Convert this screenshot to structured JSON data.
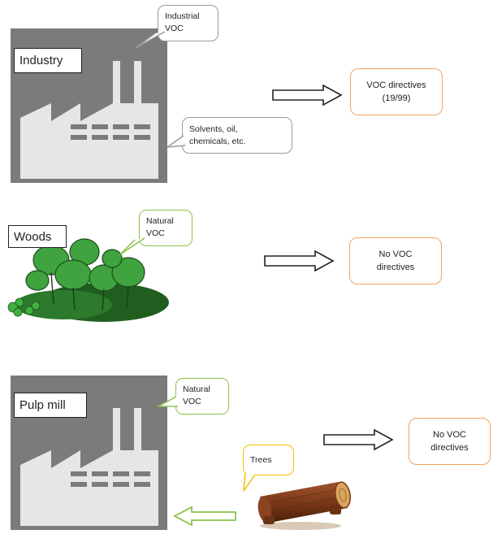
{
  "rows": {
    "industry": {
      "label": "Industry",
      "bubble_top": [
        "Industrial",
        "VOC"
      ],
      "bubble_bottom": [
        "Solvents, oil,",
        "chemicals, etc."
      ],
      "directive": [
        "VOC directives",
        "(19/99)"
      ]
    },
    "woods": {
      "label": "Woods",
      "bubble": [
        "Natural",
        "VOC"
      ],
      "directive": [
        "No VOC",
        "directives"
      ]
    },
    "pulp_mill": {
      "label": "Pulp mill",
      "bubble": [
        "Natural",
        "VOC"
      ],
      "trees_bubble": "Trees",
      "directive": [
        "No VOC",
        "directives"
      ]
    }
  },
  "colors": {
    "factory_bg": "#7b7b7b",
    "factory_fg": "#e6e6e6",
    "directive_border": "#f0a35a",
    "natural_bubble_border": "#8bc34a",
    "trees_bubble_border": "#f2c200",
    "trees_arrow": "#8bc34a"
  }
}
